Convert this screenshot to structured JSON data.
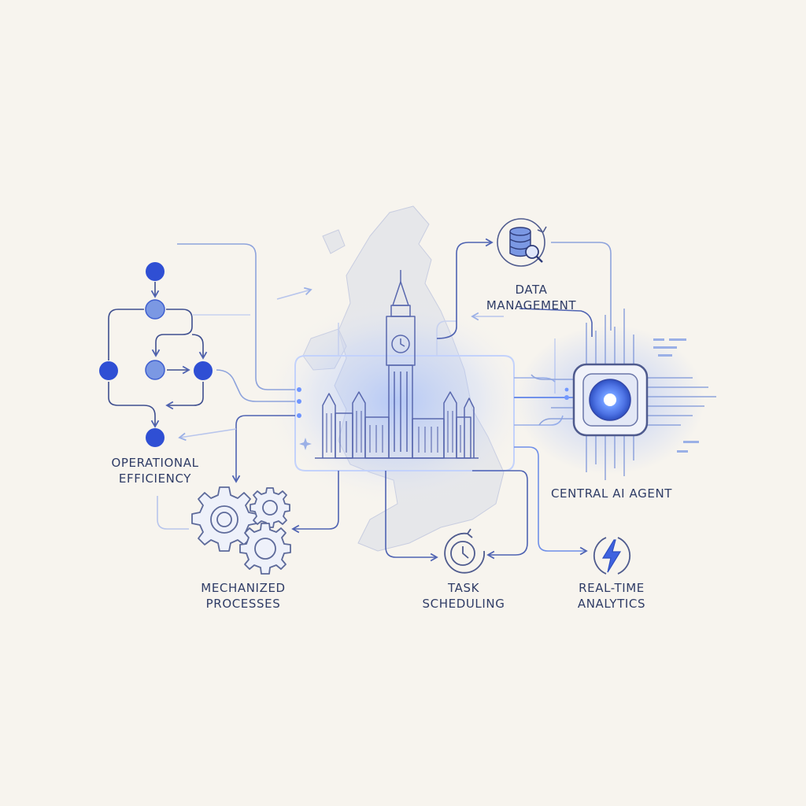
{
  "nodes": {
    "data_management": {
      "line1": "DATA",
      "line2": "MANAGEMENT"
    },
    "operational_efficiency": {
      "line1": "OPERATIONAL",
      "line2": "EFFICIENCY"
    },
    "central_ai_agent": {
      "line1": "CENTRAL AI AGENT"
    },
    "mechanized_processes": {
      "line1": "MECHANIZED",
      "line2": "PROCESSES"
    },
    "task_scheduling": {
      "line1": "TASK",
      "line2": "SCHEDULING"
    },
    "real_time_analytics": {
      "line1": "REAL-TIME",
      "line2": "ANALYTICS"
    }
  },
  "icons": {
    "hub": "big-ben-parliament-icon",
    "map": "uk-map-icon",
    "data": "database-search-icon",
    "agent": "ai-chip-icon",
    "workflow": "workflow-icon",
    "gears": "gears-icon",
    "schedule": "clock-icon",
    "analytics": "lightning-bolt-icon"
  },
  "colors": {
    "background": "#f7f4ee",
    "line": "#8ea3dc",
    "line_dark": "#4f63b2",
    "node_dark": "#2f4fd4",
    "node_light": "#7b98e3",
    "glow": "#5b86ff",
    "text": "#2f3c66"
  }
}
